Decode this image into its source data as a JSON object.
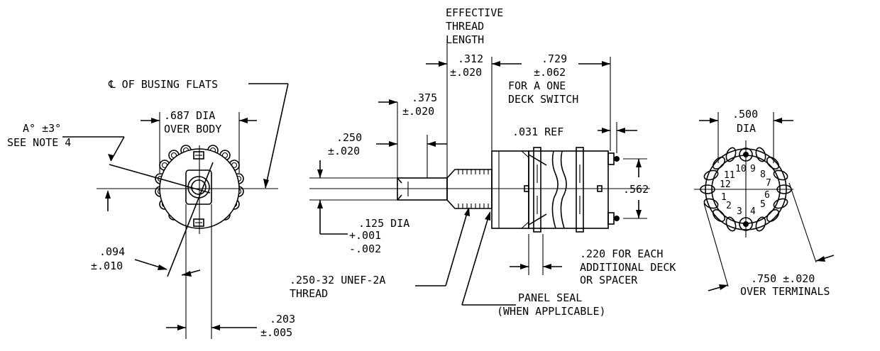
{
  "labels": {
    "cl_busing_flats": "℄ OF BUSING FLATS",
    "a_deg_1": "A° ±3°",
    "a_deg_2": "SEE NOTE 4",
    "dia_687_1": ".687 DIA",
    "dia_687_2": "OVER BODY",
    "d094_1": ".094",
    "d094_2": "±.010",
    "d203_1": ".203",
    "d203_2": "±.005",
    "eff_1": "EFFECTIVE",
    "eff_2": "THREAD",
    "eff_3": "LENGTH",
    "d312_1": ".312",
    "d312_2": "±.020",
    "d729_1": ".729",
    "d729_2": "±.062",
    "one_deck_1": "FOR A ONE",
    "one_deck_2": "DECK SWITCH",
    "d375_1": ".375",
    "d375_2": "±.020",
    "d250_1": ".250",
    "d250_2": "±.020",
    "ref031": ".031 REF",
    "d562": ".562",
    "dia125_1": ".125 DIA",
    "dia125_2": "+.001",
    "dia125_3": "-.002",
    "thread_1": ".250-32 UNEF-2A",
    "thread_2": "THREAD",
    "d220_1": ".220 FOR EACH",
    "d220_2": "ADDITIONAL DECK",
    "d220_3": "OR SPACER",
    "seal_1": "PANEL SEAL",
    "seal_2": "(WHEN APPLICABLE)",
    "dia500_1": ".500",
    "dia500_2": "DIA",
    "d750_1": ".750 ±.020",
    "d750_2": "OVER TERMINALS"
  },
  "terminal_numbers": [
    "1",
    "2",
    "3",
    "4",
    "5",
    "6",
    "7",
    "8",
    "9",
    "10",
    "11",
    "12"
  ]
}
